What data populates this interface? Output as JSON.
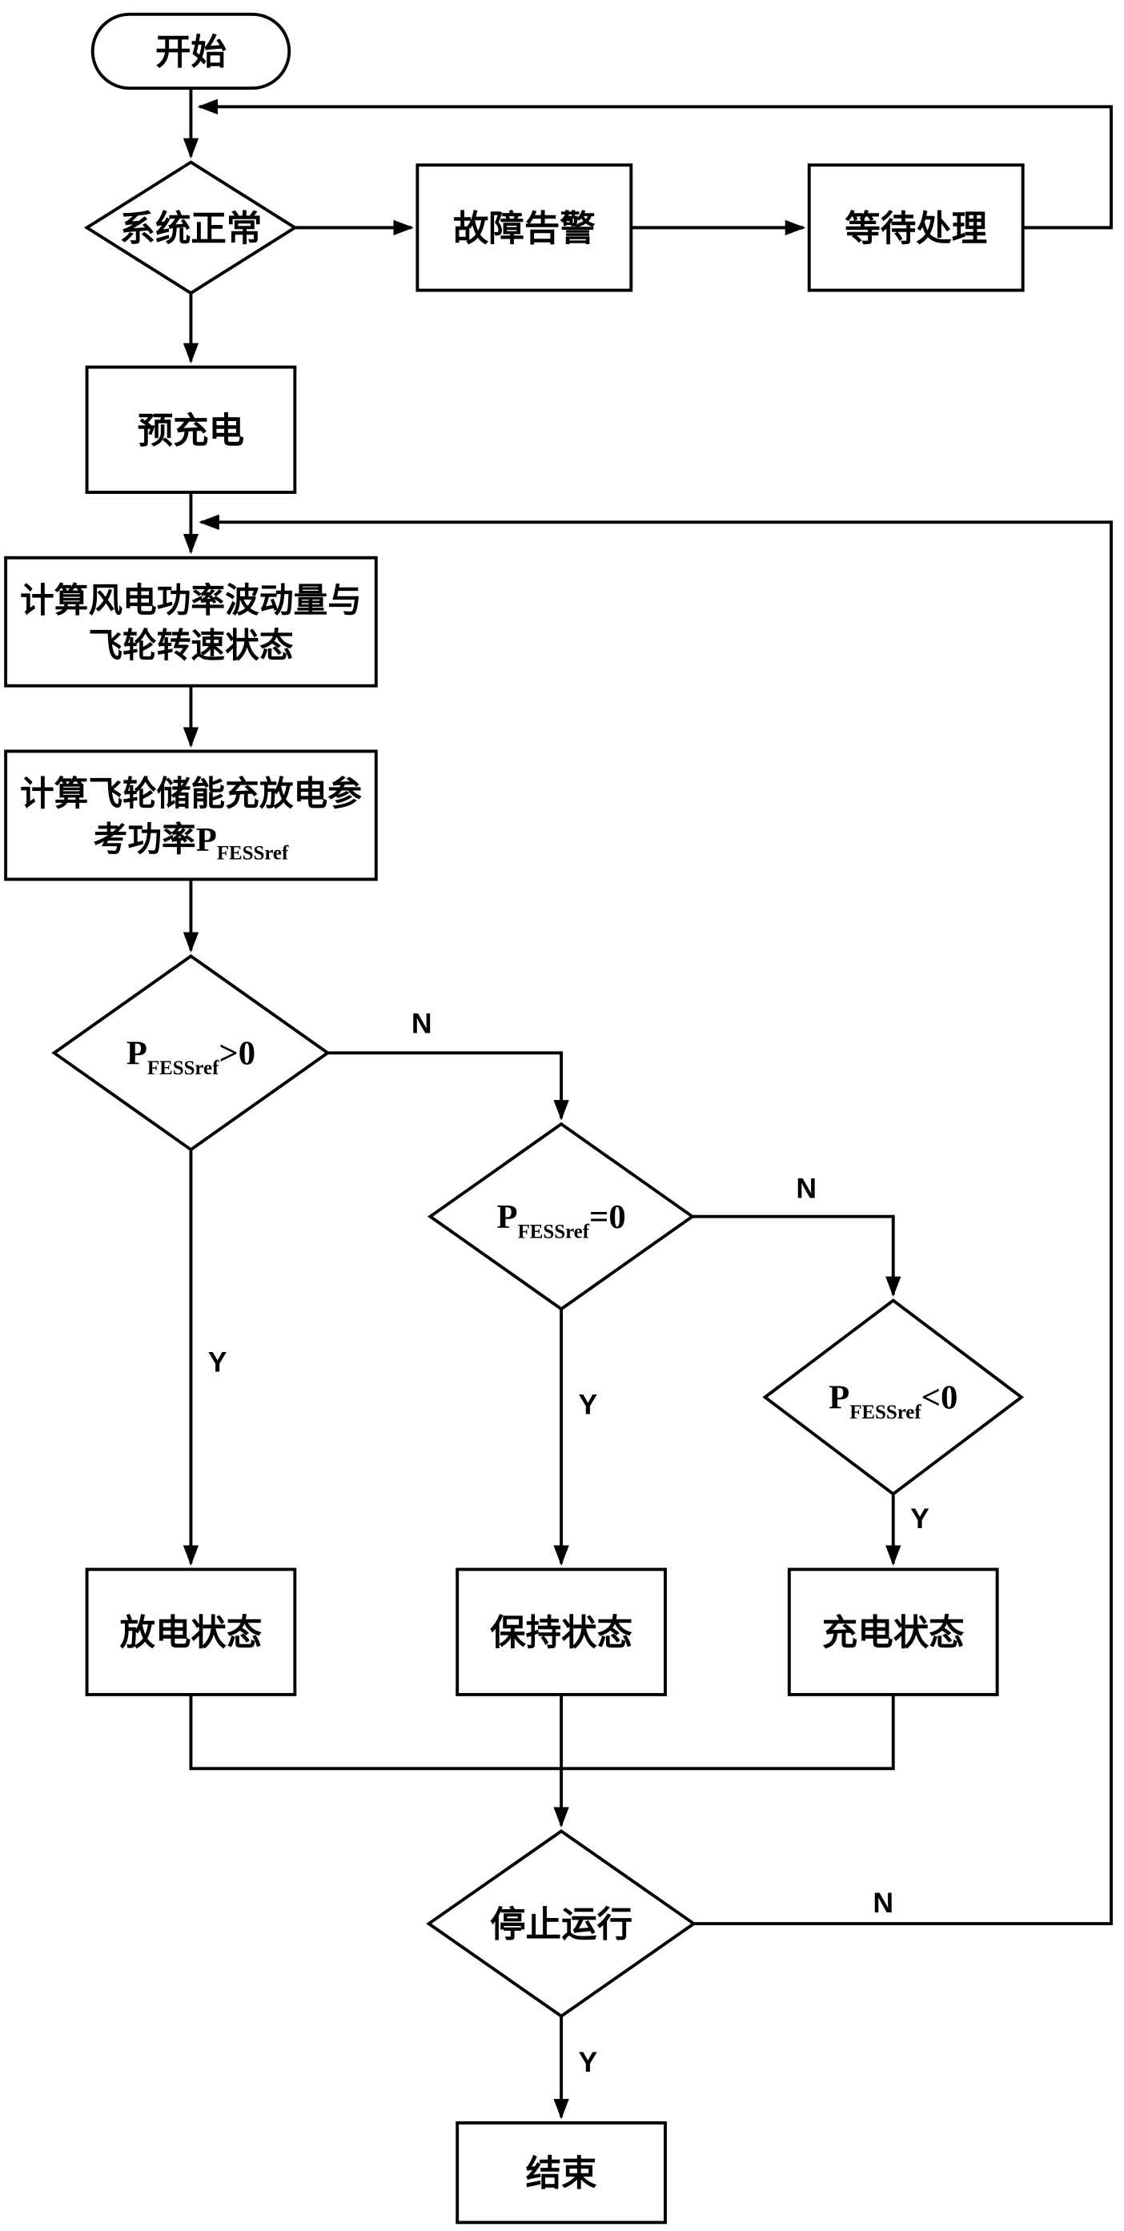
{
  "colors": {
    "background": "#ffffff",
    "line": "#000000",
    "text": "#000000"
  },
  "nodes": {
    "start": {
      "label": "开始"
    },
    "sys_normal": {
      "label": "系统正常"
    },
    "fault_alarm": {
      "label": "故障告警"
    },
    "wait_handle": {
      "label": "等待处理"
    },
    "precharge": {
      "label": "预充电"
    },
    "calc_wind": {
      "line1": "计算风电功率波动量与",
      "line2": "飞轮转速状态"
    },
    "calc_ref": {
      "line1": "计算飞轮储能充放电参",
      "line2_cjk": "考功率",
      "line2_p": "P",
      "line2_sub": "FESSref"
    },
    "d_gt0": {
      "p": "P",
      "sub": "FESSref",
      "op": ">0"
    },
    "d_eq0": {
      "p": "P",
      "sub": "FESSref",
      "op": "=0"
    },
    "d_lt0": {
      "p": "P",
      "sub": "FESSref",
      "op": "<0"
    },
    "discharge": {
      "label": "放电状态"
    },
    "hold": {
      "label": "保持状态"
    },
    "charge": {
      "label": "充电状态"
    },
    "stop": {
      "label": "停止运行"
    },
    "end": {
      "label": "结束"
    }
  },
  "edge_labels": {
    "gt0_no": "N",
    "gt0_yes": "Y",
    "eq0_no": "N",
    "eq0_yes": "Y",
    "lt0_yes": "Y",
    "stop_no": "N",
    "stop_yes": "Y"
  }
}
